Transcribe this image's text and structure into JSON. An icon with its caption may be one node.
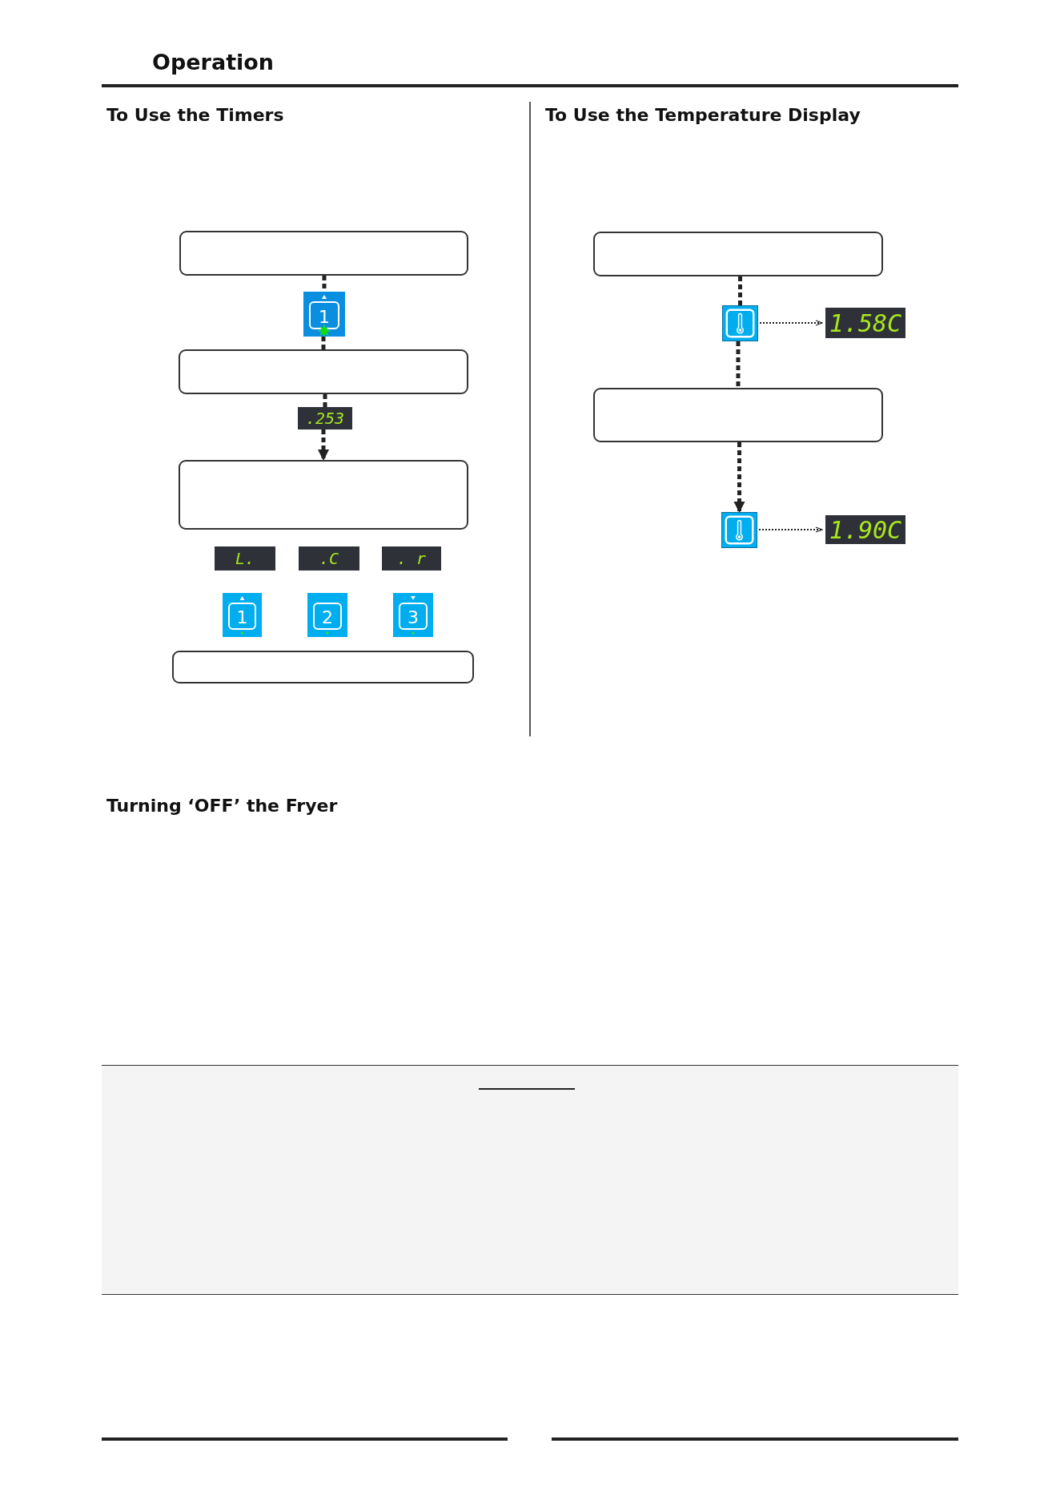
{
  "diagram": {
    "title": "Operation",
    "nodes": [
      {
        "text": [],
        "shape": "box"
      },
      {
        "text": [
          "1"
        ]
      },
      {
        "text": [],
        "shape": "box"
      },
      {
        "text": [
          ".253"
        ]
      },
      {
        "text": [],
        "shape": "box"
      },
      {
        "text": [
          "L."
        ]
      },
      {
        "text": [
          ".C"
        ]
      },
      {
        "text": [
          ". r"
        ]
      },
      {
        "text": [
          "1"
        ]
      },
      {
        "text": [
          "2"
        ]
      },
      {
        "text": [
          "3"
        ]
      },
      {
        "text": [],
        "shape": "box"
      },
      {
        "text": [],
        "shape": "box"
      },
      {
        "text": [],
        "shape": "box"
      },
      {
        "text": [
          "1.58C"
        ]
      },
      {
        "text": [],
        "shape": "box"
      },
      {
        "text": [],
        "shape": "box"
      },
      {
        "text": [
          "1.90C"
        ]
      }
    ],
    "edges": [
      {
        "from": 0,
        "to": 1,
        "arrow": "none",
        "style": "dashed"
      },
      {
        "from": 1,
        "to": 2,
        "arrow": "none",
        "style": "dashed"
      },
      {
        "from": 2,
        "to": 3,
        "arrow": "none",
        "style": "dashed"
      },
      {
        "from": 3,
        "to": 4,
        "arrow": "to",
        "style": "dashed"
      },
      {
        "from": 12,
        "to": 13,
        "arrow": "none",
        "style": "dashed"
      },
      {
        "from": 13,
        "to": 14,
        "arrow": "to",
        "style": "dashed"
      },
      {
        "from": 13,
        "to": 15,
        "arrow": "none",
        "style": "dashed"
      },
      {
        "from": 15,
        "to": 16,
        "arrow": "to",
        "style": "dashed"
      },
      {
        "from": 16,
        "to": 17,
        "arrow": "to",
        "style": "dashed"
      }
    ],
    "labels": [
      "To Use the Timers",
      "To Use the Temperature Display",
      "Turning ‘OFF’ the Fryer"
    ]
  }
}
